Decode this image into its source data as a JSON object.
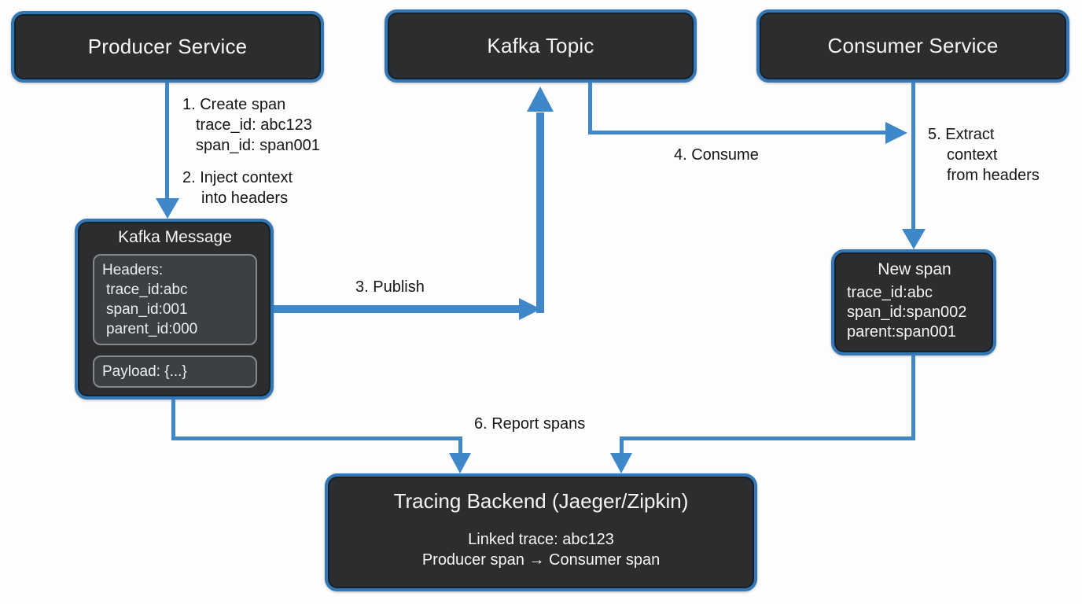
{
  "colors": {
    "background": "#fdfdfd",
    "node_fill": "#2b2d2f",
    "node_border": "#3377b5",
    "node_text": "#f4f5f6",
    "inner_fill": "#3d4043",
    "inner_border": "#85888b",
    "arrow": "#3e87c9",
    "label_text": "#161616"
  },
  "nodes": {
    "producer": {
      "title": "Producer Service"
    },
    "kafka_topic": {
      "title": "Kafka Topic"
    },
    "consumer": {
      "title": "Consumer Service"
    },
    "kafka_message": {
      "title": "Kafka Message",
      "headers": {
        "line1": "Headers:",
        "line2": "trace_id:abc",
        "line3": "span_id:001",
        "line4": "parent_id:000"
      },
      "payload": "Payload: {...}"
    },
    "new_span": {
      "title": "New span",
      "line1": "trace_id:abc",
      "line2": "span_id:span002",
      "line3": "parent:span001"
    },
    "backend": {
      "title": "Tracing Backend (Jaeger/Zipkin)",
      "line1": "Linked trace: abc123",
      "line2": "Producer span → Consumer span"
    }
  },
  "steps": {
    "step1": {
      "line1": "1. Create span",
      "line2": "trace_id: abc123",
      "line3": "span_id: span001"
    },
    "step2": {
      "line1": "2. Inject context",
      "line2": "into headers"
    },
    "step3": {
      "label": "3. Publish"
    },
    "step4": {
      "label": "4. Consume"
    },
    "step5": {
      "line1": "5. Extract",
      "line2": "context",
      "line3": "from headers"
    },
    "step6": {
      "label": "6. Report spans"
    }
  }
}
